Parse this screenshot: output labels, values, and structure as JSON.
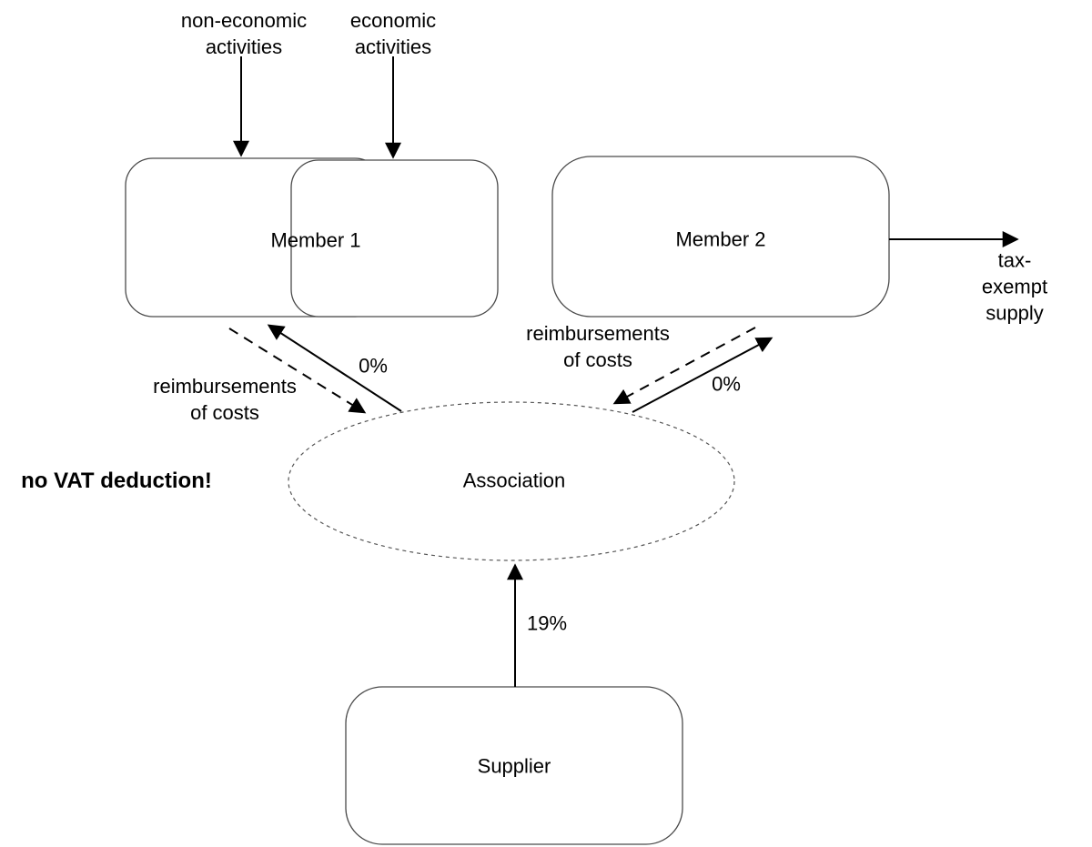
{
  "colors": {
    "background": "#ffffff",
    "box_border": "#4a4a4a",
    "arrow": "#000000",
    "dashed_ellipse": "#555555",
    "text": "#000000"
  },
  "nodes": {
    "member1": {
      "label": "Member 1"
    },
    "member2": {
      "label": "Member 2"
    },
    "association": {
      "label": "Association"
    },
    "supplier": {
      "label": "Supplier"
    }
  },
  "labels": {
    "non_economic": "non-economic\nactivities",
    "economic": "economic\nactivities",
    "tax_exempt_supply": "tax-exempt\nsupply",
    "reimbursements_left": "reimbursements\nof costs",
    "reimbursements_right": "reimbursements\nof costs",
    "zero_percent_left": "0%",
    "zero_percent_right": "0%",
    "nineteen_percent": "19%",
    "no_vat_deduction": "no VAT deduction!"
  },
  "edges": [
    {
      "from": "non-economic activities",
      "to": "Member 1",
      "style": "solid",
      "label": ""
    },
    {
      "from": "economic activities",
      "to": "Member 1",
      "style": "solid",
      "label": ""
    },
    {
      "from": "Member 2",
      "to": "tax-exempt supply",
      "style": "solid",
      "label": ""
    },
    {
      "from": "Association",
      "to": "Member 1",
      "style": "solid",
      "label": "0%"
    },
    {
      "from": "Member 1",
      "to": "Association",
      "style": "dashed",
      "label": "reimbursements of costs"
    },
    {
      "from": "Member 2",
      "to": "Association",
      "style": "dashed",
      "label": "reimbursements of costs"
    },
    {
      "from": "Association",
      "to": "Member 2",
      "style": "solid",
      "label": "0%"
    },
    {
      "from": "Supplier",
      "to": "Association",
      "style": "solid",
      "label": "19%"
    }
  ]
}
